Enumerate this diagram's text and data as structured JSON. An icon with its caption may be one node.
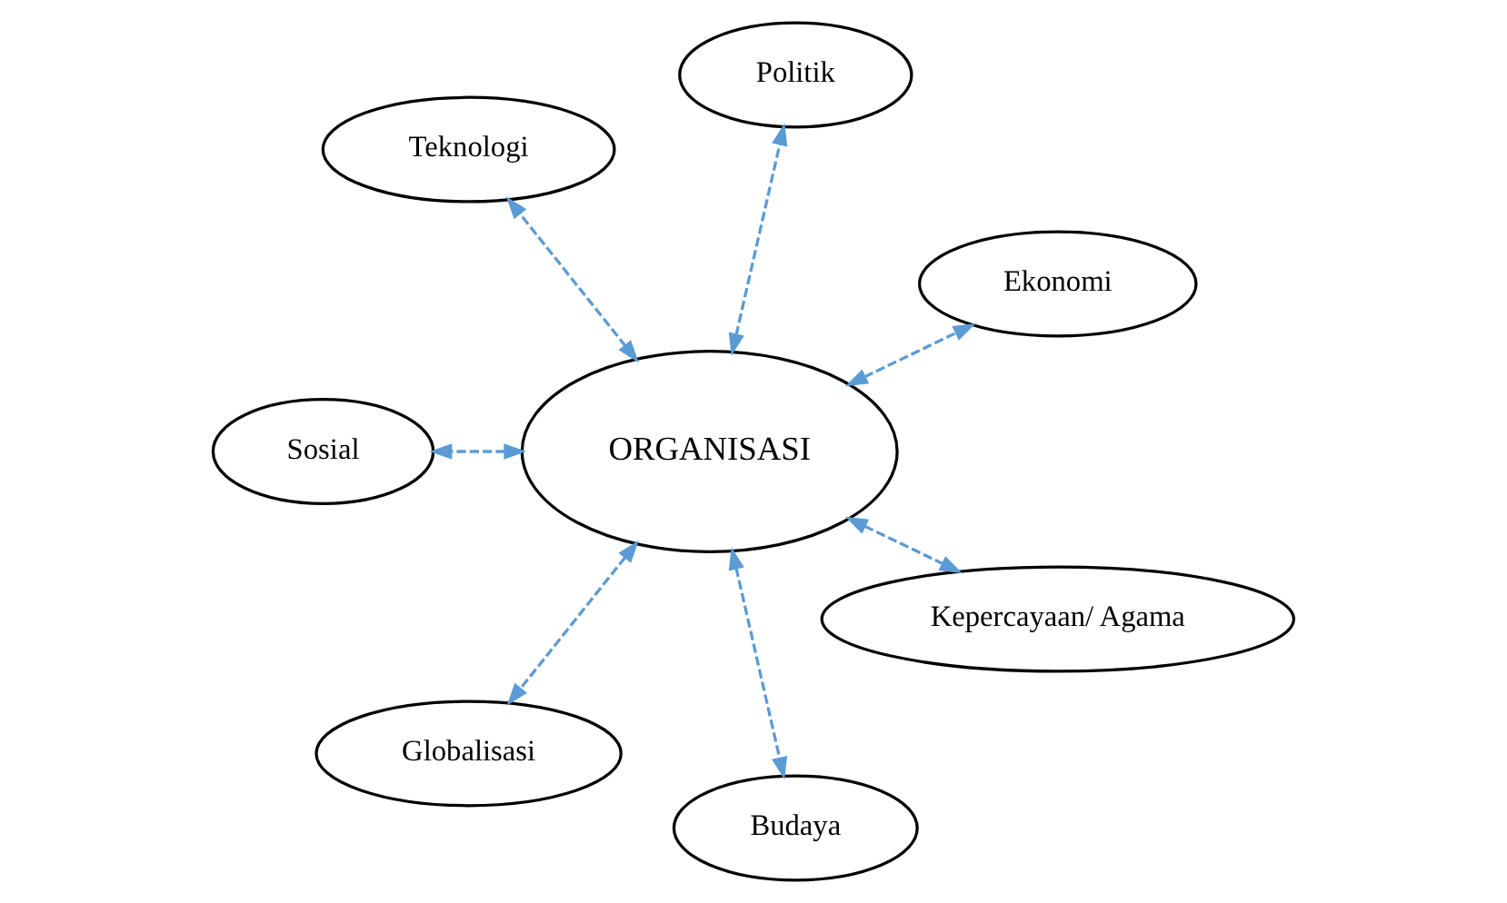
{
  "diagram": {
    "nodes": [
      {
        "text": [
          "Ekonomi"
        ]
      },
      {
        "text": [
          "Politik"
        ]
      },
      {
        "text": [
          "Teknologi"
        ]
      },
      {
        "text": [
          "ORGANISASI"
        ]
      },
      {
        "text": [
          "Sosial"
        ]
      },
      {
        "text": [
          "Globalisasi"
        ]
      },
      {
        "text": [
          "Budaya"
        ]
      },
      {
        "text": [
          "Kepercayaan/ Agama"
        ]
      }
    ],
    "edges": [
      {
        "from": 3,
        "to": 0,
        "arrow": "both",
        "style": "dashed"
      },
      {
        "from": 3,
        "to": 1,
        "arrow": "both",
        "style": "dashed"
      },
      {
        "from": 3,
        "to": 2,
        "arrow": "both",
        "style": "dashed"
      },
      {
        "from": 3,
        "to": 4,
        "arrow": "both",
        "style": "dashed"
      },
      {
        "from": 3,
        "to": 5,
        "arrow": "both",
        "style": "dashed"
      },
      {
        "from": 3,
        "to": 6,
        "arrow": "both",
        "style": "dashed"
      },
      {
        "from": 3,
        "to": 7,
        "arrow": "both",
        "style": "dashed"
      }
    ]
  }
}
